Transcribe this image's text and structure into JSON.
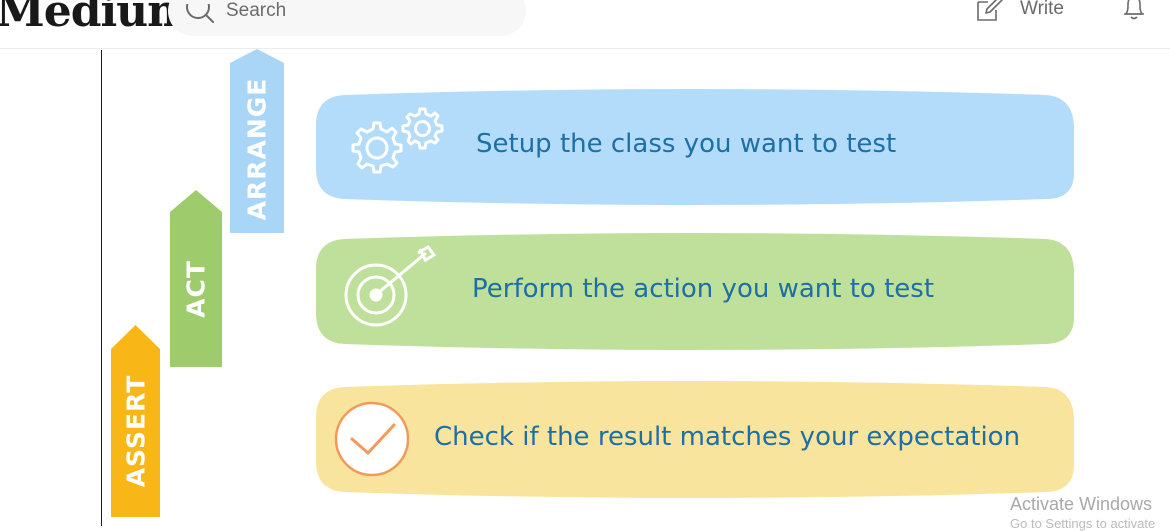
{
  "header": {
    "logo": "Medium",
    "search_placeholder": "Search",
    "write_label": "Write"
  },
  "diagram": {
    "steps": [
      {
        "label": "ARRANGE",
        "color": "#a8d5f7",
        "band_color": "#b3dcfa",
        "text": "Setup the class you want to test",
        "icon": "gears-icon"
      },
      {
        "label": "ACT",
        "color": "#9ecb6b",
        "band_color": "#bfe09a",
        "text": "Perform the action you want to test",
        "icon": "target-icon"
      },
      {
        "label": "ASSERT",
        "color": "#f8b617",
        "band_color": "#f9e49e",
        "text": "Check if the result matches your expectation",
        "icon": "checkmark-icon"
      }
    ],
    "text_color": "#1e6fa3"
  },
  "watermark": {
    "title": "Activate Windows",
    "subtitle": "Go to Settings to activate"
  }
}
